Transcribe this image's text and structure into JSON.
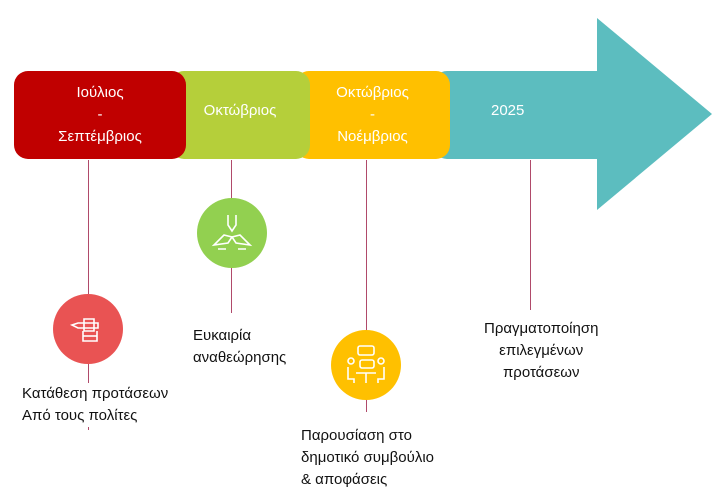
{
  "colors": {
    "red": "#c00000",
    "green": "#b5cf3a",
    "yellow": "#ffc000",
    "teal": "#5cbdbf",
    "circle_red": "#e95353",
    "circle_green": "#92d050",
    "circle_yellow": "#ffc000",
    "line": "#b04a6a"
  },
  "phases": [
    {
      "line1": "Ιούλιος",
      "sep": "-",
      "line2": "Σεπτέμβριος"
    },
    {
      "line1": "Οκτώβριος"
    },
    {
      "line1": "Οκτώβριος",
      "sep": "-",
      "line2": "Νοέμβριος"
    },
    {
      "line1": "2025"
    }
  ],
  "milestones": [
    {
      "icon": "hand-pen-icon",
      "line1": "Κατάθεση προτάσεων",
      "line2": "Από τους πολίτες"
    },
    {
      "icon": "joined-hands-icon",
      "line1": "Ευκαιρία",
      "line2": "αναθεώρησης"
    },
    {
      "icon": "meeting-discussion-icon",
      "line1": "Παρουσίαση στο",
      "line2": "δημοτικό συμβούλιο",
      "line3": "& αποφάσεις"
    },
    {
      "line1": "Πραγματοποίηση",
      "line2": "επιλεγμένων",
      "line3": "προτάσεων"
    }
  ]
}
